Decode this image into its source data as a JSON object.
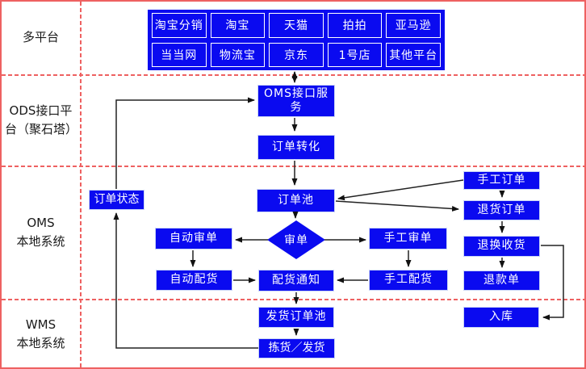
{
  "colors": {
    "node_blue": "#0a0af0",
    "node_border": "#c9d4f6",
    "frame_red": "#ee6161",
    "arrow_black": "#1c1c1c",
    "lane_text": "#1a1a1a"
  },
  "lanes": [
    {
      "label": "多平台"
    },
    {
      "label": "ODS接口平台（聚石塔）"
    },
    {
      "label": "OMS\n本地系统"
    },
    {
      "label": "WMS\n本地系统"
    }
  ],
  "platforms": {
    "row1": [
      "淘宝分销",
      "淘宝",
      "天猫",
      "拍拍",
      "亚马逊"
    ],
    "row2": [
      "当当网",
      "物流宝",
      "京东",
      "1号店",
      "其他平台"
    ]
  },
  "nodes": {
    "oms_interface": "OMS接口服务",
    "order_convert": "订单转化",
    "order_status": "订单状态",
    "order_pool": "订单池",
    "review": "审单",
    "auto_review": "自动审单",
    "auto_allocate": "自动配货",
    "manual_review": "手工审单",
    "manual_allocate": "手工配货",
    "allocate_notice": "配货通知",
    "manual_order": "手工订单",
    "return_order": "退货订单",
    "return_receive": "退换收货",
    "refund_form": "退款单",
    "inbound": "入库",
    "ship_order_pool": "发货订单池",
    "pick_ship": "拣货／发货"
  }
}
